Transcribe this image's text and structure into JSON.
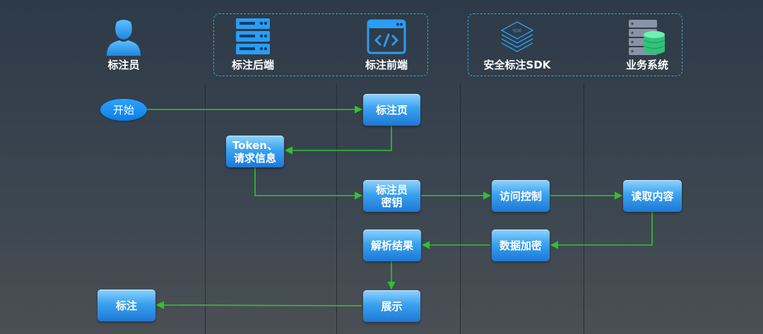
{
  "lanes": {
    "annotator": "标注员",
    "backend": "标注后端",
    "frontend": "标注前端",
    "sdk": "安全标注SDK",
    "business": "业务系统"
  },
  "icons": {
    "annotator": "person-icon",
    "backend": "server-rack-icon",
    "frontend": "browser-code-icon",
    "sdk": "sdk-layers-icon",
    "business": "database-server-icon"
  },
  "nodes": {
    "start": "开始",
    "label_page": "标注页",
    "token": "Token、\n请求信息",
    "annotator_key": "标注员\n密钥",
    "access_control": "访问控制",
    "read_content": "读取内容",
    "data_encrypt": "数据加密",
    "parse_result": "解析结果",
    "display": "展示",
    "annotate": "标注"
  },
  "colors": {
    "arrow": "#2fc32f",
    "group_border": "#3fa2c9",
    "node_fill": "#3aa2ee",
    "start_fill": "#0a7fe8",
    "icon_blue": "#2a9df4",
    "icon_green": "#32c27a"
  }
}
